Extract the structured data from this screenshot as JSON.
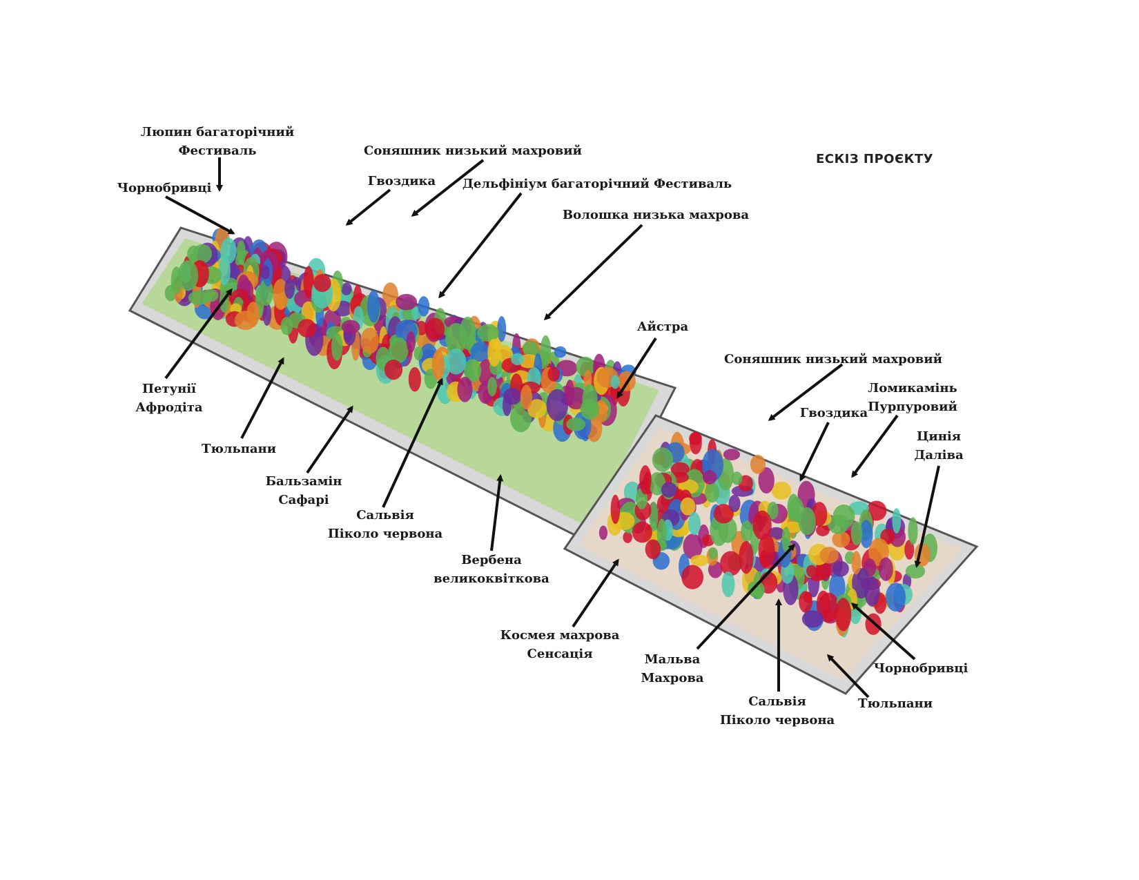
{
  "title": "ЕСКІЗ ПРОЄКТУ",
  "bed_left": {
    "labels": {
      "lupin": [
        "Люпин багаторічний",
        "Фестиваль"
      ],
      "marigold": "Чорнобривці",
      "sunflower": "Соняшник низький махровий",
      "carnation": "Гвоздика",
      "delphinium": "Дельфініум багаторічний Фестиваль",
      "cornflower": "Волошка низька махрова",
      "aster": "Айстра",
      "petunia": [
        "Петунії",
        "Афродіта"
      ],
      "tulips": "Тюльпани",
      "balsam": [
        "Бальзамін",
        "Сафарі"
      ],
      "salvia": [
        "Сальвія",
        "Піколо червона"
      ],
      "verbena": [
        "Вербена",
        "великоквіткова"
      ]
    }
  },
  "bed_right": {
    "labels": {
      "sunflower": "Соняшник низький махровий",
      "saxifrage": [
        "Ломикамінь",
        "Пурпуровий"
      ],
      "carnation": "Гвоздика",
      "zinnia": [
        "Цинія",
        "Даліва"
      ],
      "cosmos": [
        "Космея махрова",
        "Сенсація"
      ],
      "mallow": [
        "Мальва",
        "Махрова"
      ],
      "salvia": [
        "Сальвія",
        "Піколо червона"
      ],
      "marigold": "Чорнобривці",
      "tulips": "Тюльпани"
    }
  },
  "colors": {
    "red": "#d0102a",
    "purple": "#6a2c9c",
    "blue": "#2a6fd0",
    "orange": "#e0802a",
    "yellow": "#e8c020",
    "green": "#5cb050",
    "teal": "#4cc8b0",
    "magenta": "#a0207a",
    "border": "#8a8a8a"
  }
}
